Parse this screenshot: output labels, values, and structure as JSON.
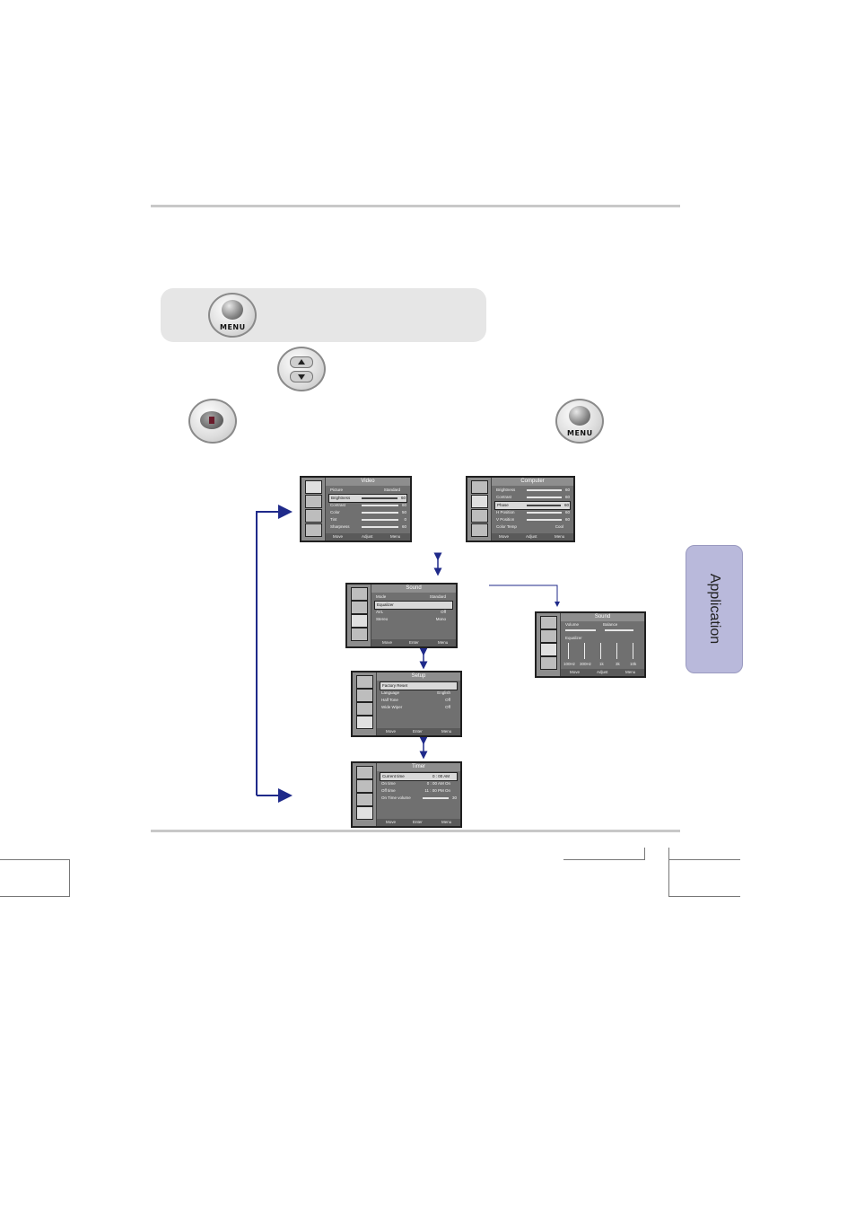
{
  "side_tab": {
    "label": "Application"
  },
  "buttons": {
    "menu_label": "MENU",
    "menu_label_2": "MENU"
  },
  "screens": {
    "video": {
      "title": "Video",
      "rows": [
        {
          "label": "Picture",
          "value": "Standard"
        },
        {
          "label": "Brightness",
          "num": "60"
        },
        {
          "label": "Contrast",
          "num": "60"
        },
        {
          "label": "Color",
          "num": "50"
        },
        {
          "label": "Tint",
          "num": "0"
        },
        {
          "label": "Sharpness",
          "num": "60"
        }
      ],
      "footer": [
        "Move",
        "Adjust",
        "Menu"
      ]
    },
    "computer": {
      "title": "Computer",
      "rows": [
        {
          "label": "Brightness",
          "num": "60"
        },
        {
          "label": "Contrast",
          "num": "60"
        },
        {
          "label": "Phase",
          "num": "60"
        },
        {
          "label": "H Position",
          "num": "60"
        },
        {
          "label": "V Position",
          "num": "60"
        },
        {
          "label": "Color Temp",
          "value": "Cool"
        }
      ],
      "footer": [
        "Move",
        "Adjust",
        "Menu"
      ]
    },
    "sound": {
      "title": "Sound",
      "rows": [
        {
          "label": "Mode",
          "value": "Standard"
        },
        {
          "label": "Equalizer",
          "value": ""
        },
        {
          "label": "AVL",
          "value": "Off"
        },
        {
          "label": "Stereo",
          "value": "Mono"
        }
      ],
      "footer": [
        "Move",
        "Enter",
        "Menu"
      ]
    },
    "sound_eq": {
      "title": "Sound",
      "volume": "Volume",
      "balance": "Balance",
      "equalizer": "Equalizer",
      "bands": [
        "100Hz",
        "300Hz",
        "1k",
        "3k",
        "10k"
      ],
      "footer": [
        "Move",
        "Adjust",
        "Menu"
      ]
    },
    "setup": {
      "title": "Setup",
      "rows": [
        {
          "label": "Factory Reset",
          "value": ""
        },
        {
          "label": "Language",
          "value": "English"
        },
        {
          "label": "Half Tone",
          "value": "Off"
        },
        {
          "label": "Wide Wiper",
          "value": "Off"
        }
      ],
      "footer": [
        "Move",
        "Enter",
        "Menu"
      ]
    },
    "timer": {
      "title": "Timer",
      "rows": [
        {
          "label": "Current time",
          "value": "0 : 00  AM"
        },
        {
          "label": "On time",
          "value": "0 : 00  AM   On"
        },
        {
          "label": "Off time",
          "value": "11 : 00  PM   On"
        },
        {
          "label": "On Time volume",
          "num": "30"
        }
      ],
      "footer": [
        "Move",
        "Enter",
        "Menu"
      ]
    }
  },
  "colors": {
    "arrow_blue": "#1f2a8a",
    "tab_fill": "#b9b9db",
    "osd_bg": "#707070"
  }
}
